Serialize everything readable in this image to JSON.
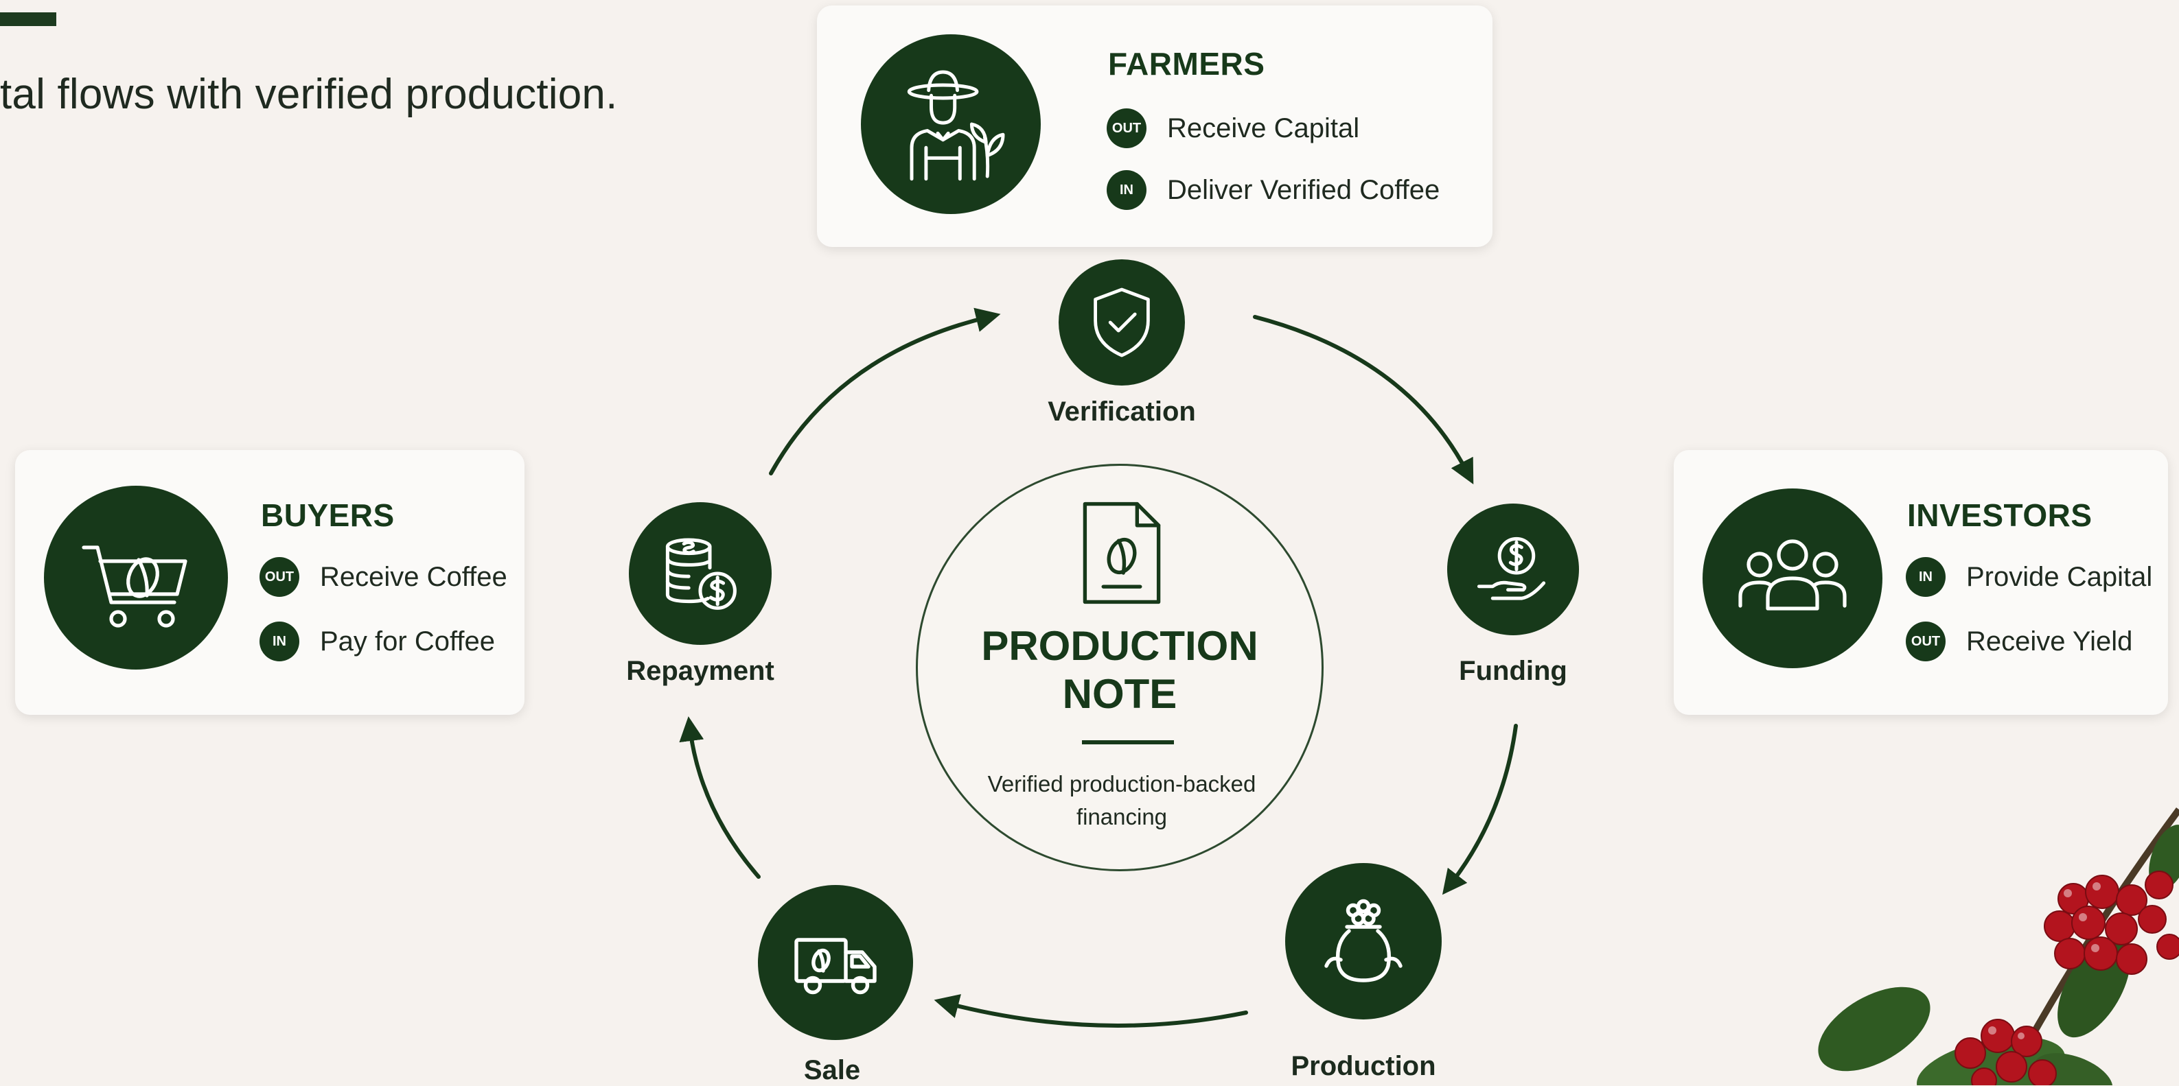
{
  "tagline": "tal flows with verified production.",
  "colors": {
    "primary": "#17391a",
    "background": "#f6f2ee",
    "card": "#fbfaf8",
    "berry": "#b3141e",
    "leaf": "#2f5a22"
  },
  "cards": {
    "farmers": {
      "title": "FARMERS",
      "icon": "farmer-icon",
      "flows": [
        {
          "tag": "OUT",
          "text": "Receive Capital"
        },
        {
          "tag": "IN",
          "text": "Deliver Verified Coffee"
        }
      ]
    },
    "buyers": {
      "title": "BUYERS",
      "icon": "shopping-cart-coffee-icon",
      "flows": [
        {
          "tag": "OUT",
          "text": "Receive Coffee"
        },
        {
          "tag": "IN",
          "text": "Pay for Coffee"
        }
      ]
    },
    "investors": {
      "title": "INVESTORS",
      "icon": "group-people-icon",
      "flows": [
        {
          "tag": "IN",
          "text": "Provide Capital"
        },
        {
          "tag": "OUT",
          "text": "Receive Yield"
        }
      ]
    }
  },
  "cycle": {
    "center": {
      "title_line1": "PRODUCTION",
      "title_line2": "NOTE",
      "subtitle_line1": "Verified production-backed",
      "subtitle_line2": "financing",
      "icon": "coffee-document-icon"
    },
    "stages": [
      {
        "label": "Verification",
        "icon": "shield-check-icon"
      },
      {
        "label": "Funding",
        "icon": "hand-dollar-icon"
      },
      {
        "label": "Production",
        "icon": "coffee-sack-icon"
      },
      {
        "label": "Sale",
        "icon": "delivery-truck-icon"
      },
      {
        "label": "Repayment",
        "icon": "coin-stack-dollar-icon"
      }
    ]
  }
}
